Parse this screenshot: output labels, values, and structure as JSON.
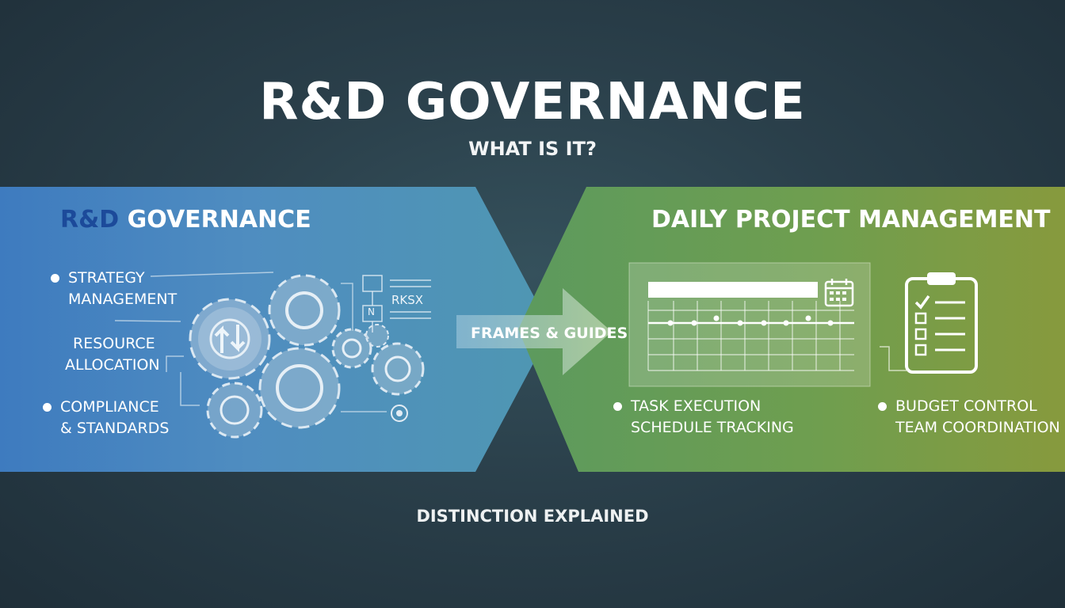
{
  "header": {
    "title": "R&D GOVERNANCE",
    "subtitle": "WHAT IS IT?"
  },
  "left_panel": {
    "heading_accent": "R&D",
    "heading_rest": " GOVERNANCE",
    "items": [
      {
        "line1": "STRATEGY",
        "line2": "MANAGEMENT"
      },
      {
        "line1": "RESOURCE",
        "line2": "ALLOCATION"
      },
      {
        "line1": "COMPLIANCE",
        "line2": "& STANDARDS"
      }
    ],
    "diagram_label": "RKSX",
    "diagram_small_label": "N"
  },
  "connector": {
    "label": "FRAMES & GUIDES"
  },
  "right_panel": {
    "heading": "DAILY PROJECT MANAGEMENT",
    "items": [
      {
        "line1": "TASK EXECUTION",
        "line2": "SCHEDULE TRACKING"
      },
      {
        "line1": "BUDGET CONTROL",
        "line2": "TEAM COORDINATION"
      }
    ]
  },
  "footer": {
    "caption": "DISTINCTION EXPLAINED"
  },
  "colors": {
    "background": "#2a3f4a",
    "left_panel": "#4f8dc0",
    "right_panel": "#6f9e4f",
    "accent_text": "#1c4a9a"
  }
}
